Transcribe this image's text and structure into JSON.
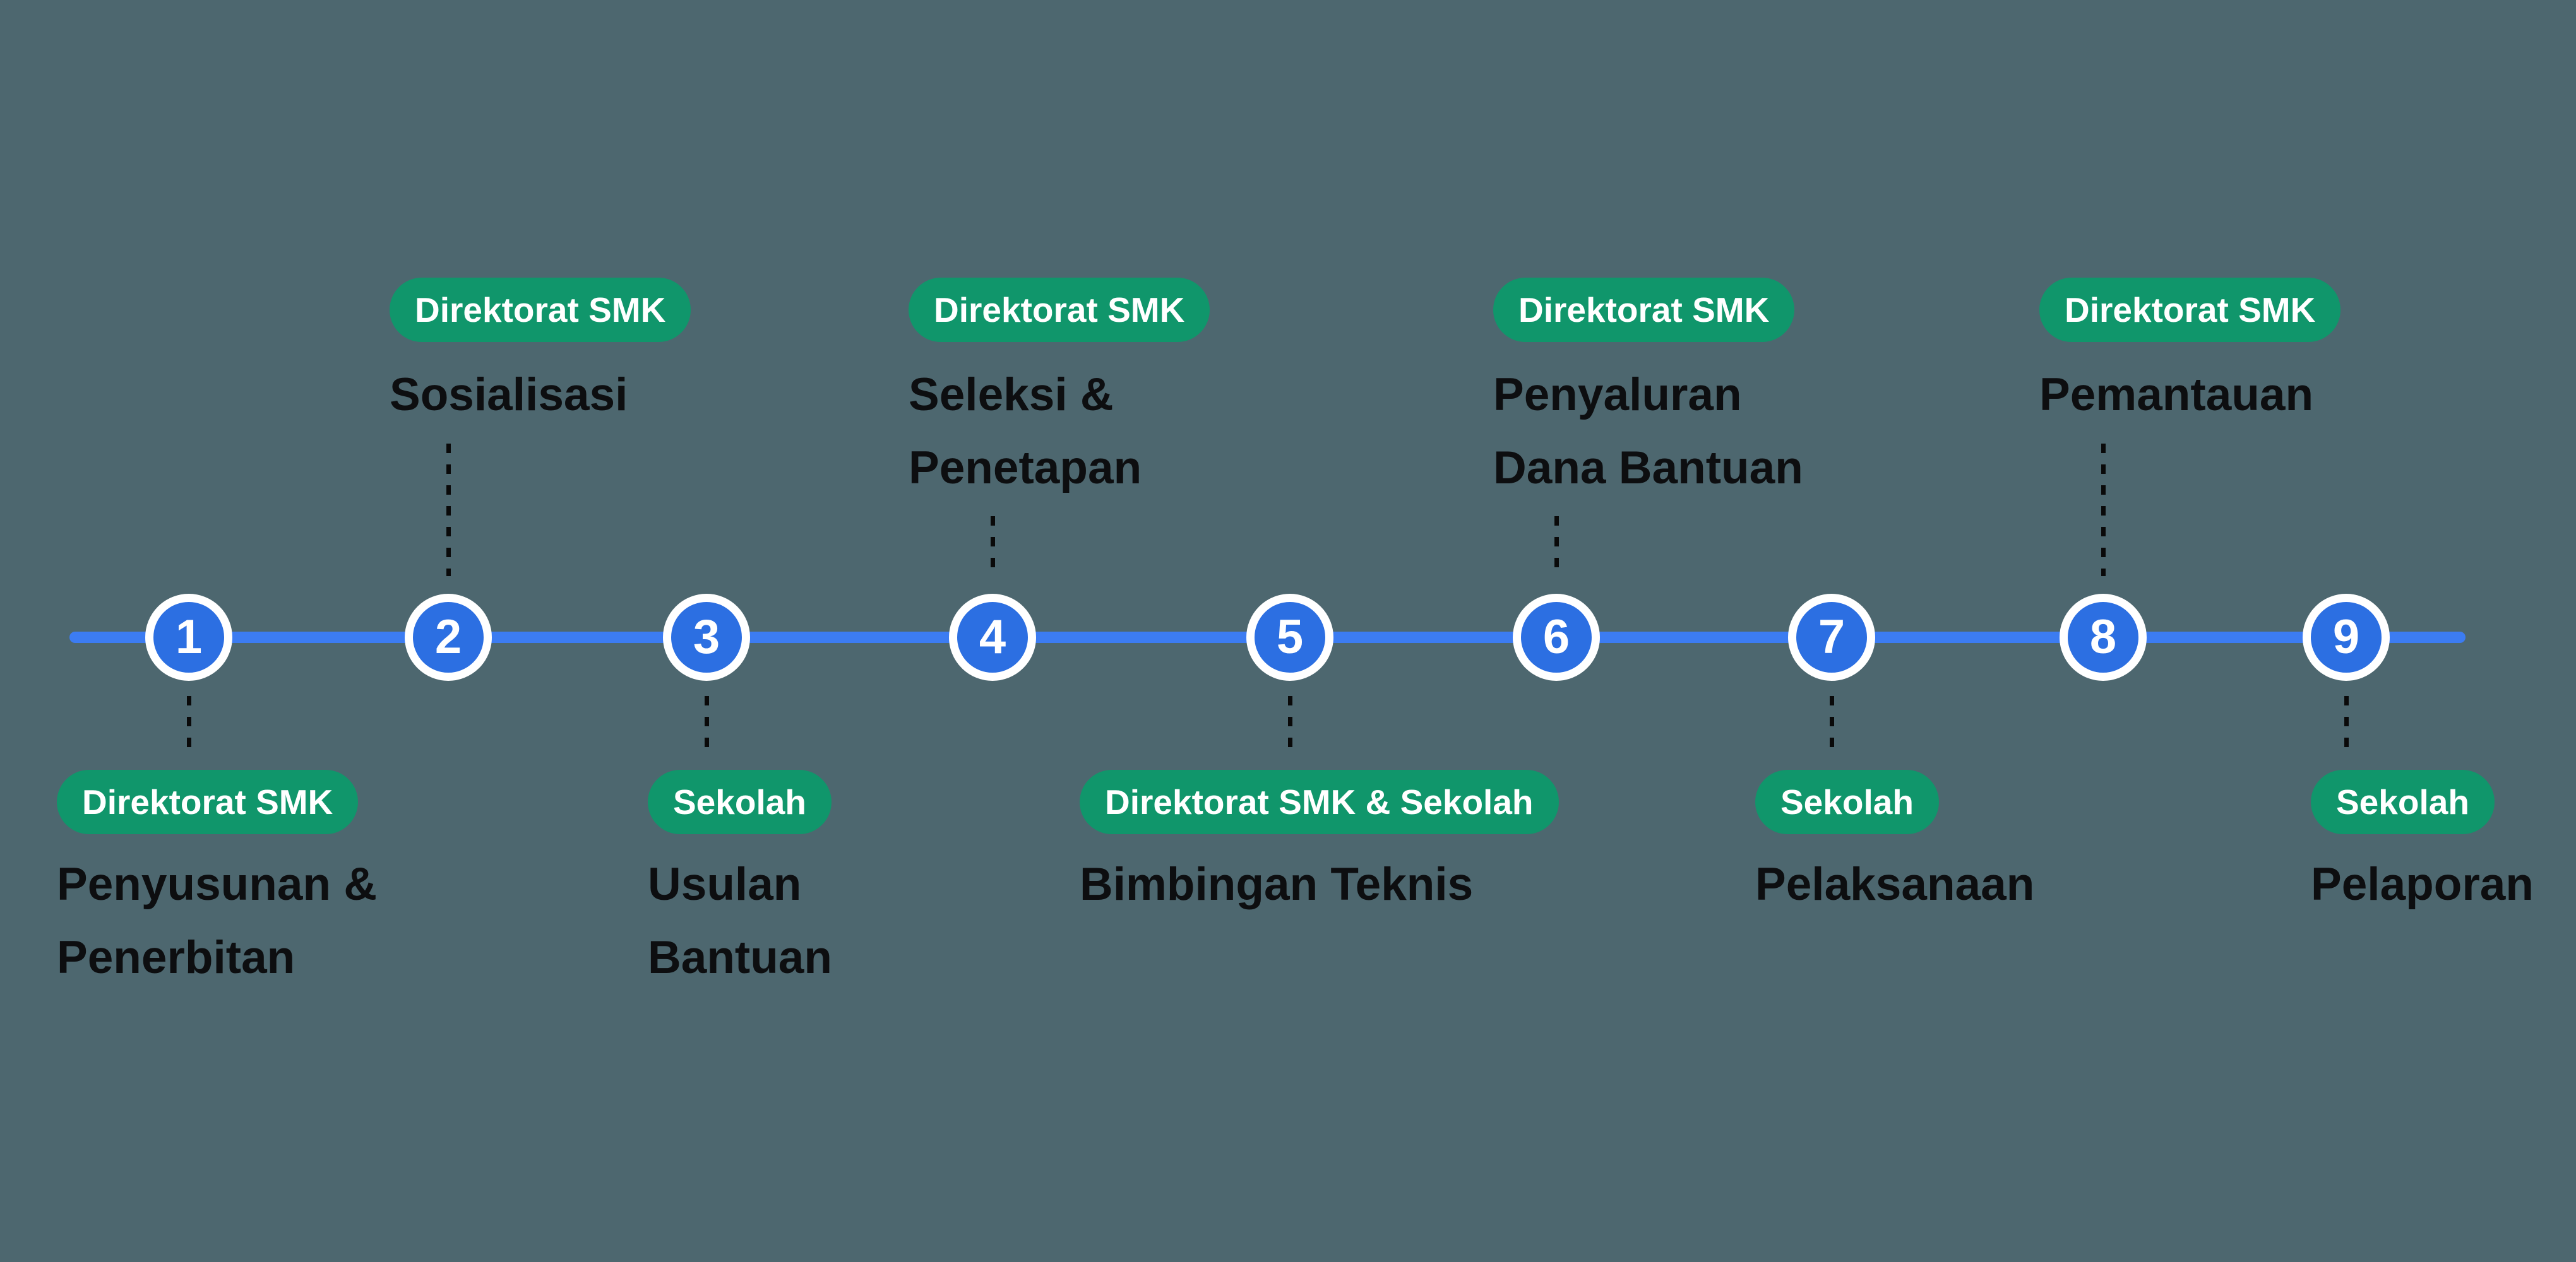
{
  "page": {
    "background": "#4d676f",
    "description": "Nine-step program timeline diagram"
  },
  "colors": {
    "timeline_blue": "#3c7cf2",
    "marker_blue": "#2c6fe2",
    "badge_green": "#10966b",
    "badge_text": "#ffffff",
    "label_text": "#0d0e10",
    "connector_black": "#0a0a0a"
  },
  "steps": [
    {
      "number": "1",
      "side": "bottom",
      "badge": "Direktorat SMK",
      "label": "Penyusunan &\nPenerbitan"
    },
    {
      "number": "2",
      "side": "top",
      "badge": "Direktorat SMK",
      "label": "Sosialisasi"
    },
    {
      "number": "3",
      "side": "bottom",
      "badge": "Sekolah",
      "label": "Usulan\nBantuan"
    },
    {
      "number": "4",
      "side": "top",
      "badge": "Direktorat SMK",
      "label": "Seleksi &\nPenetapan"
    },
    {
      "number": "5",
      "side": "bottom",
      "badge": "Direktorat SMK & Sekolah",
      "label": "Bimbingan Teknis"
    },
    {
      "number": "6",
      "side": "top",
      "badge": "Direktorat SMK",
      "label": "Penyaluran\nDana Bantuan"
    },
    {
      "number": "7",
      "side": "bottom",
      "badge": "Sekolah",
      "label": "Pelaksanaan"
    },
    {
      "number": "8",
      "side": "top",
      "badge": "Direktorat SMK",
      "label": "Pemantauan"
    },
    {
      "number": "9",
      "side": "bottom",
      "badge": "Sekolah",
      "label": "Pelaporan"
    }
  ]
}
